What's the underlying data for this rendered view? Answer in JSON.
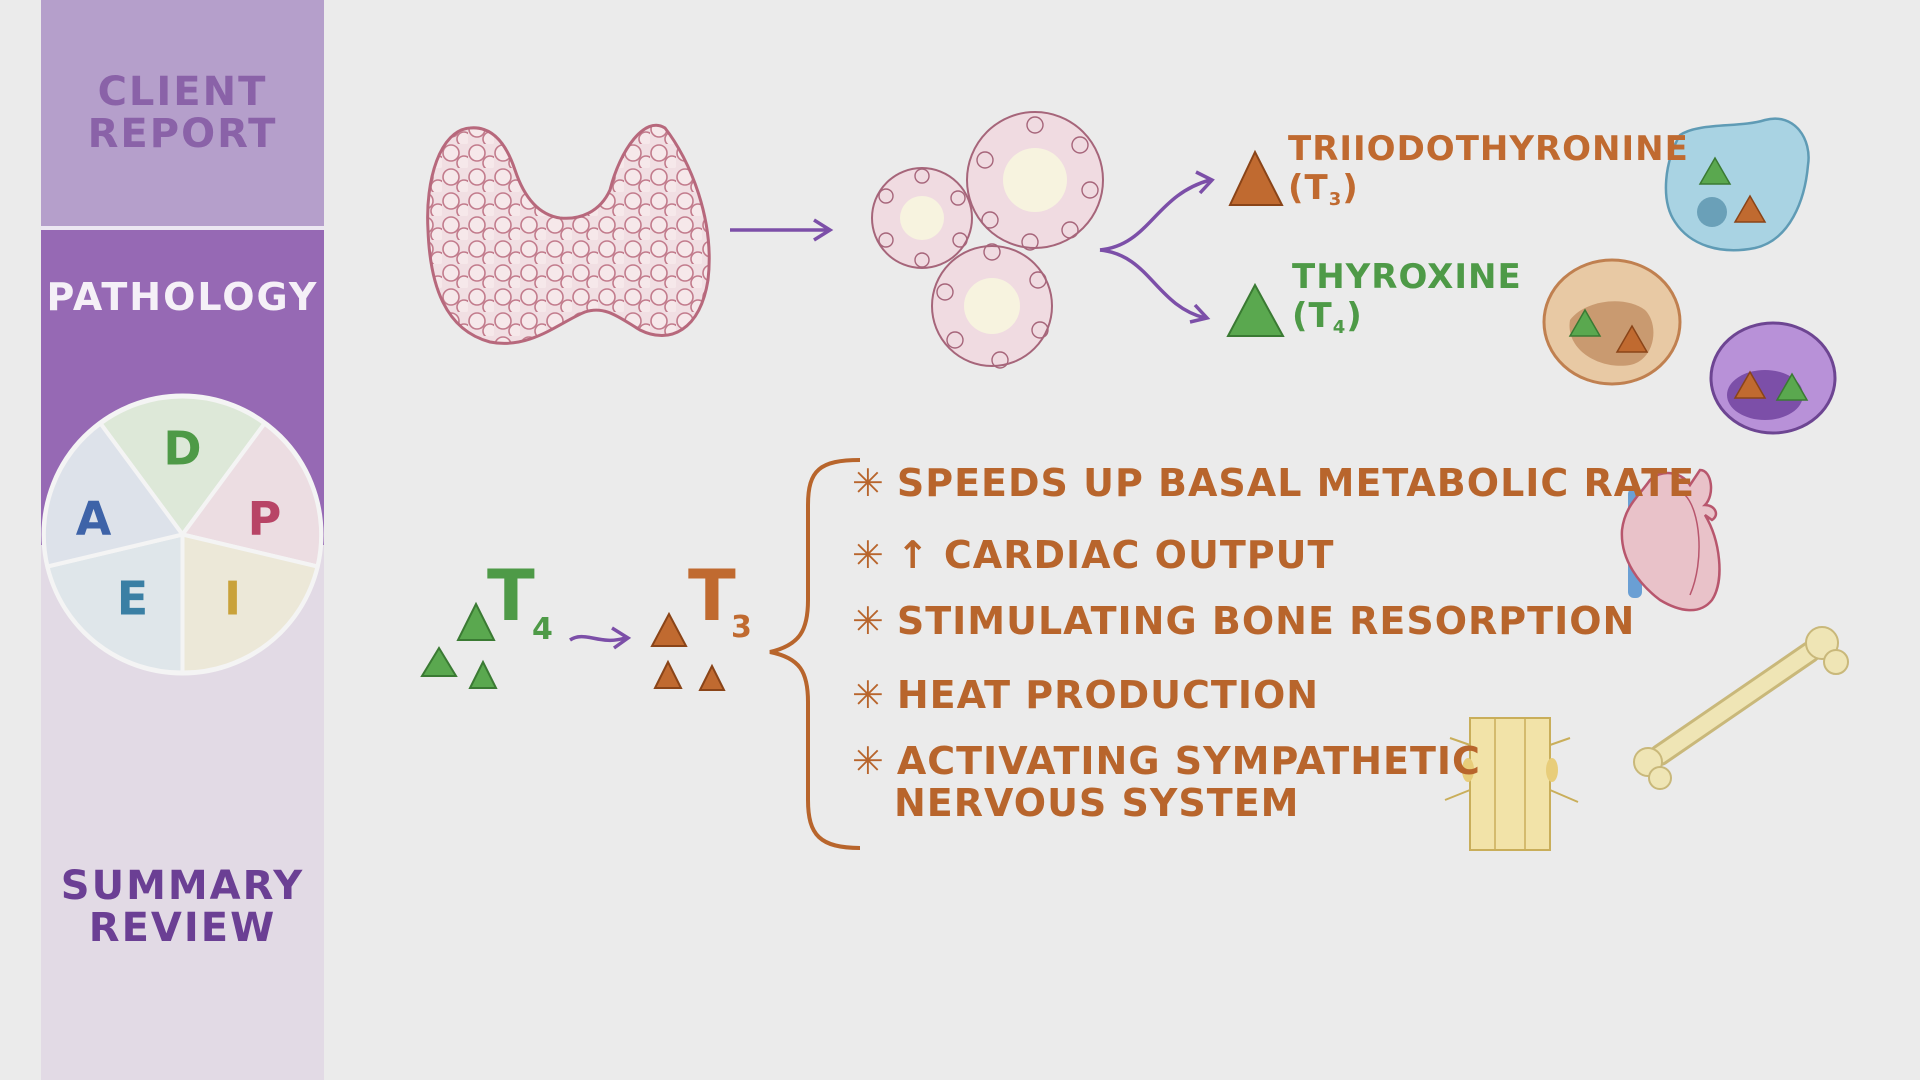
{
  "sidebar": {
    "client_report": "CLIENT\nREPORT",
    "pathology": "PATHOLOGY",
    "summary_review": "SUMMARY\nREVIEW",
    "pie": {
      "d": "D",
      "p": "P",
      "i": "I",
      "e": "E",
      "a": "A"
    }
  },
  "hormones": {
    "t3_name": "TRIIODOTHYRONINE",
    "t3_abbr_open": "(T",
    "t3_sub": "3",
    "t3_abbr_close": ")",
    "t4_name": "THYROXINE",
    "t4_abbr_open": "(T",
    "t4_sub": "4",
    "t4_abbr_close": ")"
  },
  "conversion": {
    "t4_letter": "T",
    "t4_sub": "4",
    "t3_letter": "T",
    "t3_sub": "3"
  },
  "effects": {
    "star": "✳",
    "e1": "SPEEDS UP BASAL METABOLIC RATE",
    "e2": "↑ CARDIAC OUTPUT",
    "e3": "STIMULATING BONE RESORPTION",
    "e4": "HEAT PRODUCTION",
    "e5_line1": "ACTIVATING SYMPATHETIC",
    "e5_line2": "NERVOUS SYSTEM"
  },
  "colors": {
    "purple": "#9669b4",
    "orange": "#c06a30",
    "green": "#4e9a47"
  }
}
